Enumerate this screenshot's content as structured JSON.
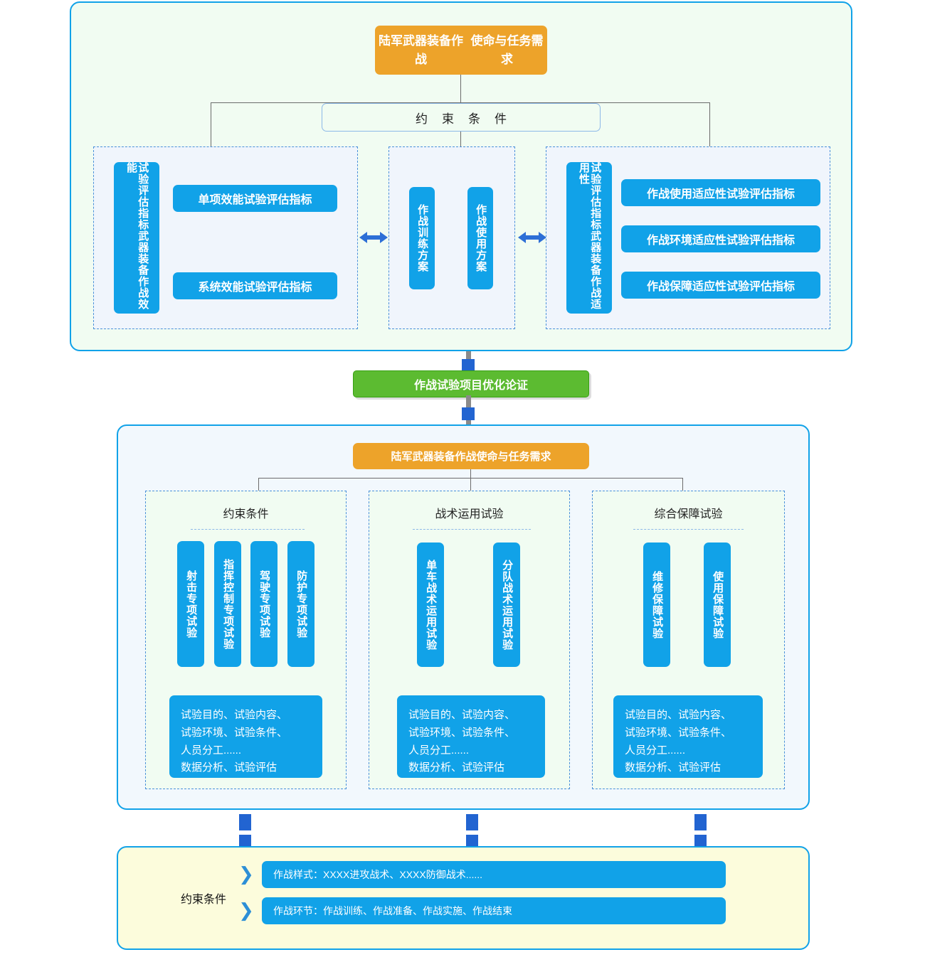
{
  "section1": {
    "root_node": "陆军武器装备作战\n使命与任务需求",
    "root_node_line1": "陆军武器装备作战",
    "root_node_line2": "使命与任务需求",
    "constraint_bar": "约束条件",
    "efficiency": {
      "side_tag": "试验评估指标武器装备作战效能",
      "items": [
        "单项效能试验评估指标",
        "系统效能试验评估指标"
      ]
    },
    "middle": {
      "items": [
        "作战训练方案",
        "作战使用方案"
      ]
    },
    "suitability": {
      "side_tag": "试验评估指标武器装备作战适用性",
      "items": [
        "作战使用适应性试验评估指标",
        "作战环境适应性试验评估指标",
        "作战保障适应性试验评估指标"
      ]
    },
    "arrow_left": "↔",
    "arrow_right": "↔"
  },
  "connector": {
    "green_node": "作战试验项目优化论证"
  },
  "section2": {
    "root_node": "陆军武器装备作战使命与任务需求",
    "columns": [
      {
        "title": "约束条件",
        "items": [
          "射击专项试验",
          "指挥控制专项试验",
          "驾驶专项试验",
          "防护专项试验"
        ],
        "note": "试验目的、试验内容、\n试验环境、试验条件、\n人员分工......\n数据分析、试验评估"
      },
      {
        "title": "战术运用试验",
        "items": [
          "单车战术运用试验",
          "分队战术运用试验"
        ],
        "note": "试验目的、试验内容、\n试验环境、试验条件、\n人员分工......\n数据分析、试验评估"
      },
      {
        "title": "综合保障试验",
        "items": [
          "维修保障试验",
          "使用保障试验"
        ],
        "note": "试验目的、试验内容、\n试验环境、试验条件、\n人员分工......\n数据分析、试验评估"
      }
    ]
  },
  "section3": {
    "label": "约束条件",
    "chevron": "❯",
    "rows": [
      "作战样式：XXXX进攻战术、XXXX防御战术......",
      "作战环节：作战训练、作战准备、作战实施、作战结束"
    ]
  },
  "colors": {
    "blue": "#11a2e8",
    "orange": "#eda32a",
    "green": "#5cbb31",
    "arrow_blue": "#2264d1",
    "panel_green_bg": "#f1fcf2",
    "panel_blue_bg": "#f0f5fc",
    "yellow_bg": "#fcfcdc"
  }
}
